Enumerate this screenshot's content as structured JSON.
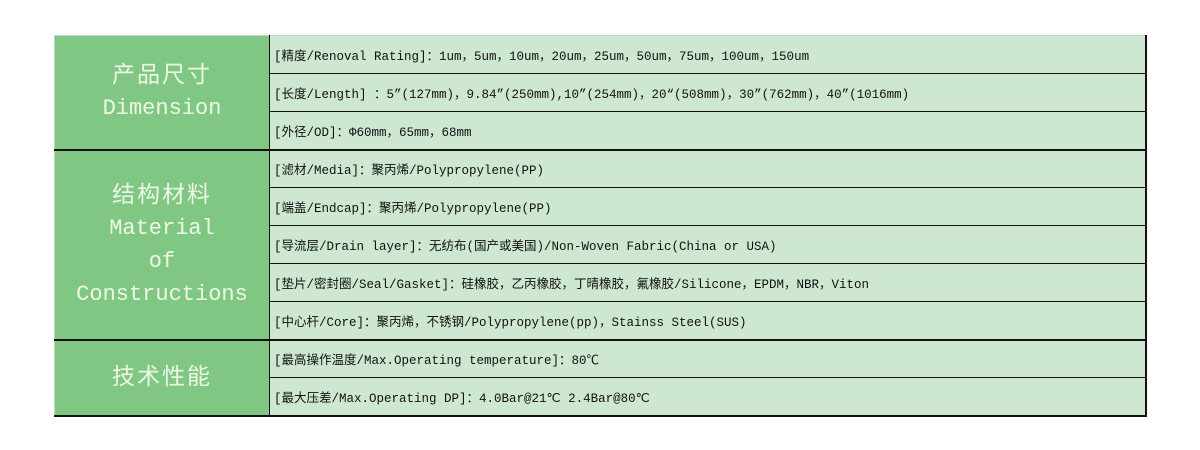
{
  "colors": {
    "category_bg": "#81c784",
    "category_text": "#eef7e6",
    "item_bg": "#cde7d0",
    "border": "#111111"
  },
  "groups": [
    {
      "category_zh": "产品尺寸",
      "category_en_lines": [
        "Dimension"
      ],
      "items": [
        "[精度/Renoval Rating]：1um，5um，10um，20um，25um，50um，75um，100um，150um",
        "[长度/Length] ：5”(127mm)，9.84”(250mm),10”(254mm)，20“(508mm)，30”(762mm)，40”(1016mm)",
        "[外径/OD]：Φ60mm，65mm，68mm"
      ]
    },
    {
      "category_zh": "结构材料",
      "category_en_lines": [
        "Material",
        "of",
        "Constructions"
      ],
      "items": [
        "[滤材/Media]：聚丙烯/Polypropylene(PP)",
        "[端盖/Endcap]：聚丙烯/Polypropylene(PP)",
        "[导流层/Drain layer]：无纺布(国产或美国)/Non-Woven Fabric(China or USA)",
        "[垫片/密封圈/Seal/Gasket]：硅橡胶，乙丙橡胶，丁晴橡胶，氟橡胶/Silicone，EPDM，NBR，Viton",
        "[中心杆/Core]：聚丙烯，不锈钢/Polypropylene(pp)，Stainss Steel(SUS)"
      ]
    },
    {
      "category_zh": "技术性能",
      "category_en_lines": [],
      "items": [
        "[最高操作温度/Max.Operating temperature]：80℃",
        "[最大压差/Max.Operating DP]：4.0Bar@21℃ 2.4Bar@80℃"
      ]
    }
  ]
}
